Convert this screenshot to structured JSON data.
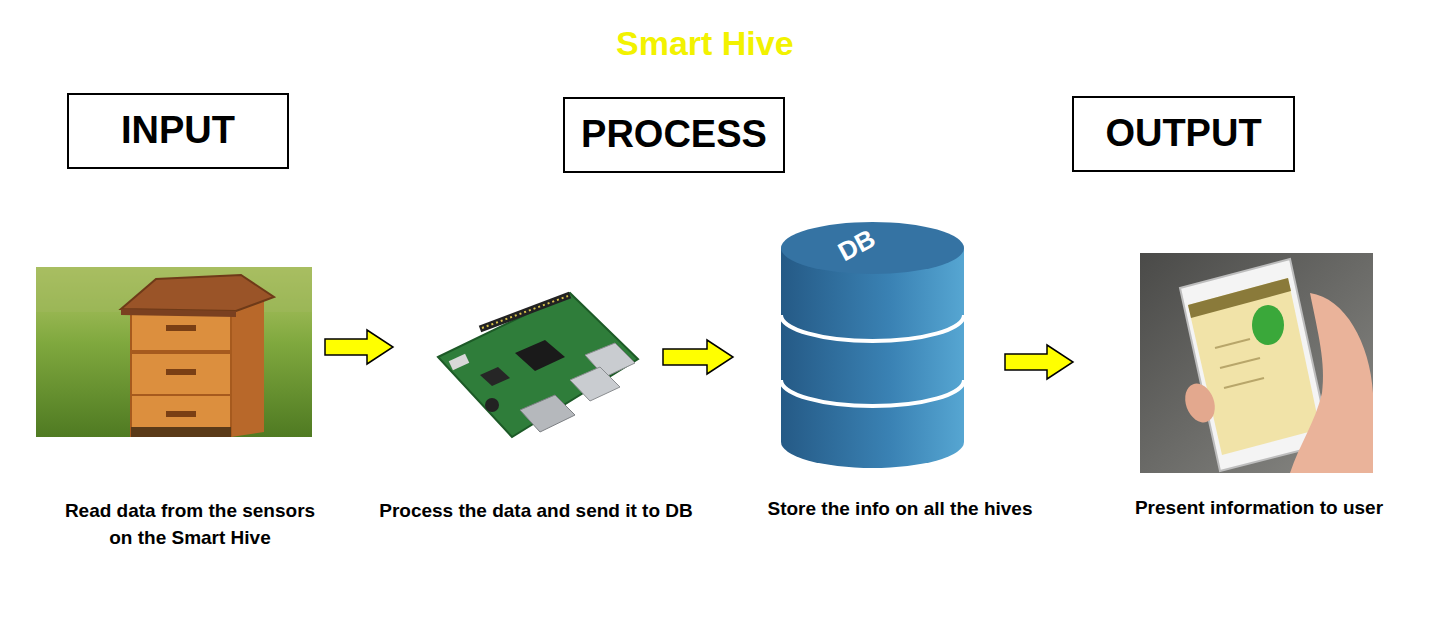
{
  "diagram": {
    "title": "Smart Hive",
    "nodes": [
      {
        "text": [
          "INPUT"
        ]
      },
      {
        "text": [
          "PROCESS"
        ]
      },
      {
        "text": [
          "OUTPUT"
        ]
      },
      {
        "text": [
          "Read data from the sensors on the Smart Hive"
        ]
      },
      {
        "text": [
          "Process the data and send it to DB"
        ]
      },
      {
        "text": [
          "DB",
          "Store the info on all the hives"
        ]
      },
      {
        "text": [
          "Present information to user"
        ]
      }
    ],
    "edges": [
      {
        "from": 3,
        "to": 4,
        "arrow": "to"
      },
      {
        "from": 4,
        "to": 5,
        "arrow": "to"
      },
      {
        "from": 5,
        "to": 6,
        "arrow": "to"
      }
    ]
  }
}
